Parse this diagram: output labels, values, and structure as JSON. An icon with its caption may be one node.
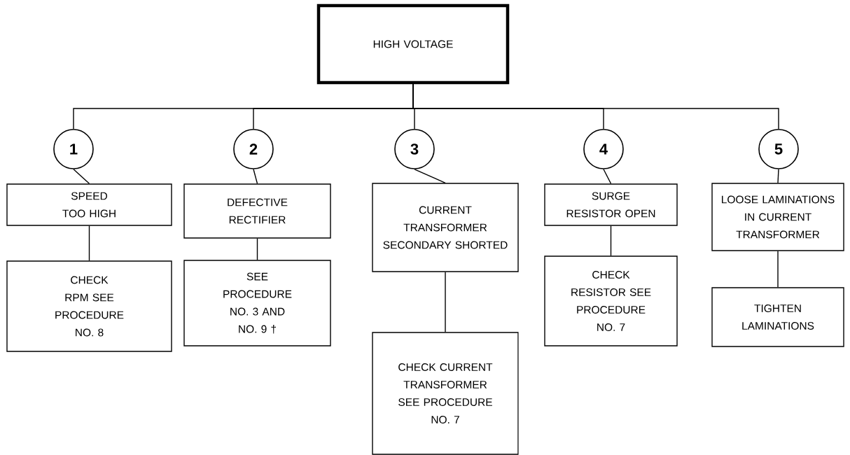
{
  "diagram": {
    "nodes": [
      {
        "text": [
          "HIGH VOLTAGE"
        ]
      },
      {
        "text": [
          "1"
        ]
      },
      {
        "text": [
          "2"
        ]
      },
      {
        "text": [
          "3"
        ]
      },
      {
        "text": [
          "4"
        ]
      },
      {
        "text": [
          "5"
        ]
      },
      {
        "text": [
          "SPEED TOO HIGH"
        ]
      },
      {
        "text": [
          "DEFECTIVE RECTIFIER"
        ]
      },
      {
        "text": [
          "CURRENT TRANSFORMER SECONDARY SHORTED"
        ]
      },
      {
        "text": [
          "SURGE RESISTOR OPEN"
        ]
      },
      {
        "text": [
          "LOOSE LAMINATIONS IN CURRENT TRANSFORMER"
        ]
      },
      {
        "text": [
          "CHECK RPM SEE PROCEDURE NO. 8"
        ]
      },
      {
        "text": [
          "SEE PROCEDURE NO. 3 AND NO. 9 †"
        ]
      },
      {
        "text": [
          "CHECK CURRENT TRANSFORMER SEE PROCEDURE NO. 7"
        ]
      },
      {
        "text": [
          "CHECK RESISTOR SEE PROCEDURE NO. 7"
        ]
      },
      {
        "text": [
          "TIGHTEN LAMINATIONS"
        ]
      }
    ],
    "edges": [
      {
        "from": 0,
        "to": 1,
        "arrow": "none"
      },
      {
        "from": 0,
        "to": 2,
        "arrow": "none"
      },
      {
        "from": 0,
        "to": 3,
        "arrow": "none"
      },
      {
        "from": 0,
        "to": 4,
        "arrow": "none"
      },
      {
        "from": 0,
        "to": 5,
        "arrow": "none"
      },
      {
        "from": 1,
        "to": 6,
        "arrow": "none"
      },
      {
        "from": 2,
        "to": 7,
        "arrow": "none"
      },
      {
        "from": 3,
        "to": 8,
        "arrow": "none"
      },
      {
        "from": 4,
        "to": 9,
        "arrow": "none"
      },
      {
        "from": 5,
        "to": 10,
        "arrow": "none"
      },
      {
        "from": 6,
        "to": 11,
        "arrow": "none"
      },
      {
        "from": 7,
        "to": 12,
        "arrow": "none"
      },
      {
        "from": 8,
        "to": 13,
        "arrow": "none"
      },
      {
        "from": 9,
        "to": 14,
        "arrow": "none"
      },
      {
        "from": 10,
        "to": 15,
        "arrow": "none"
      }
    ]
  }
}
